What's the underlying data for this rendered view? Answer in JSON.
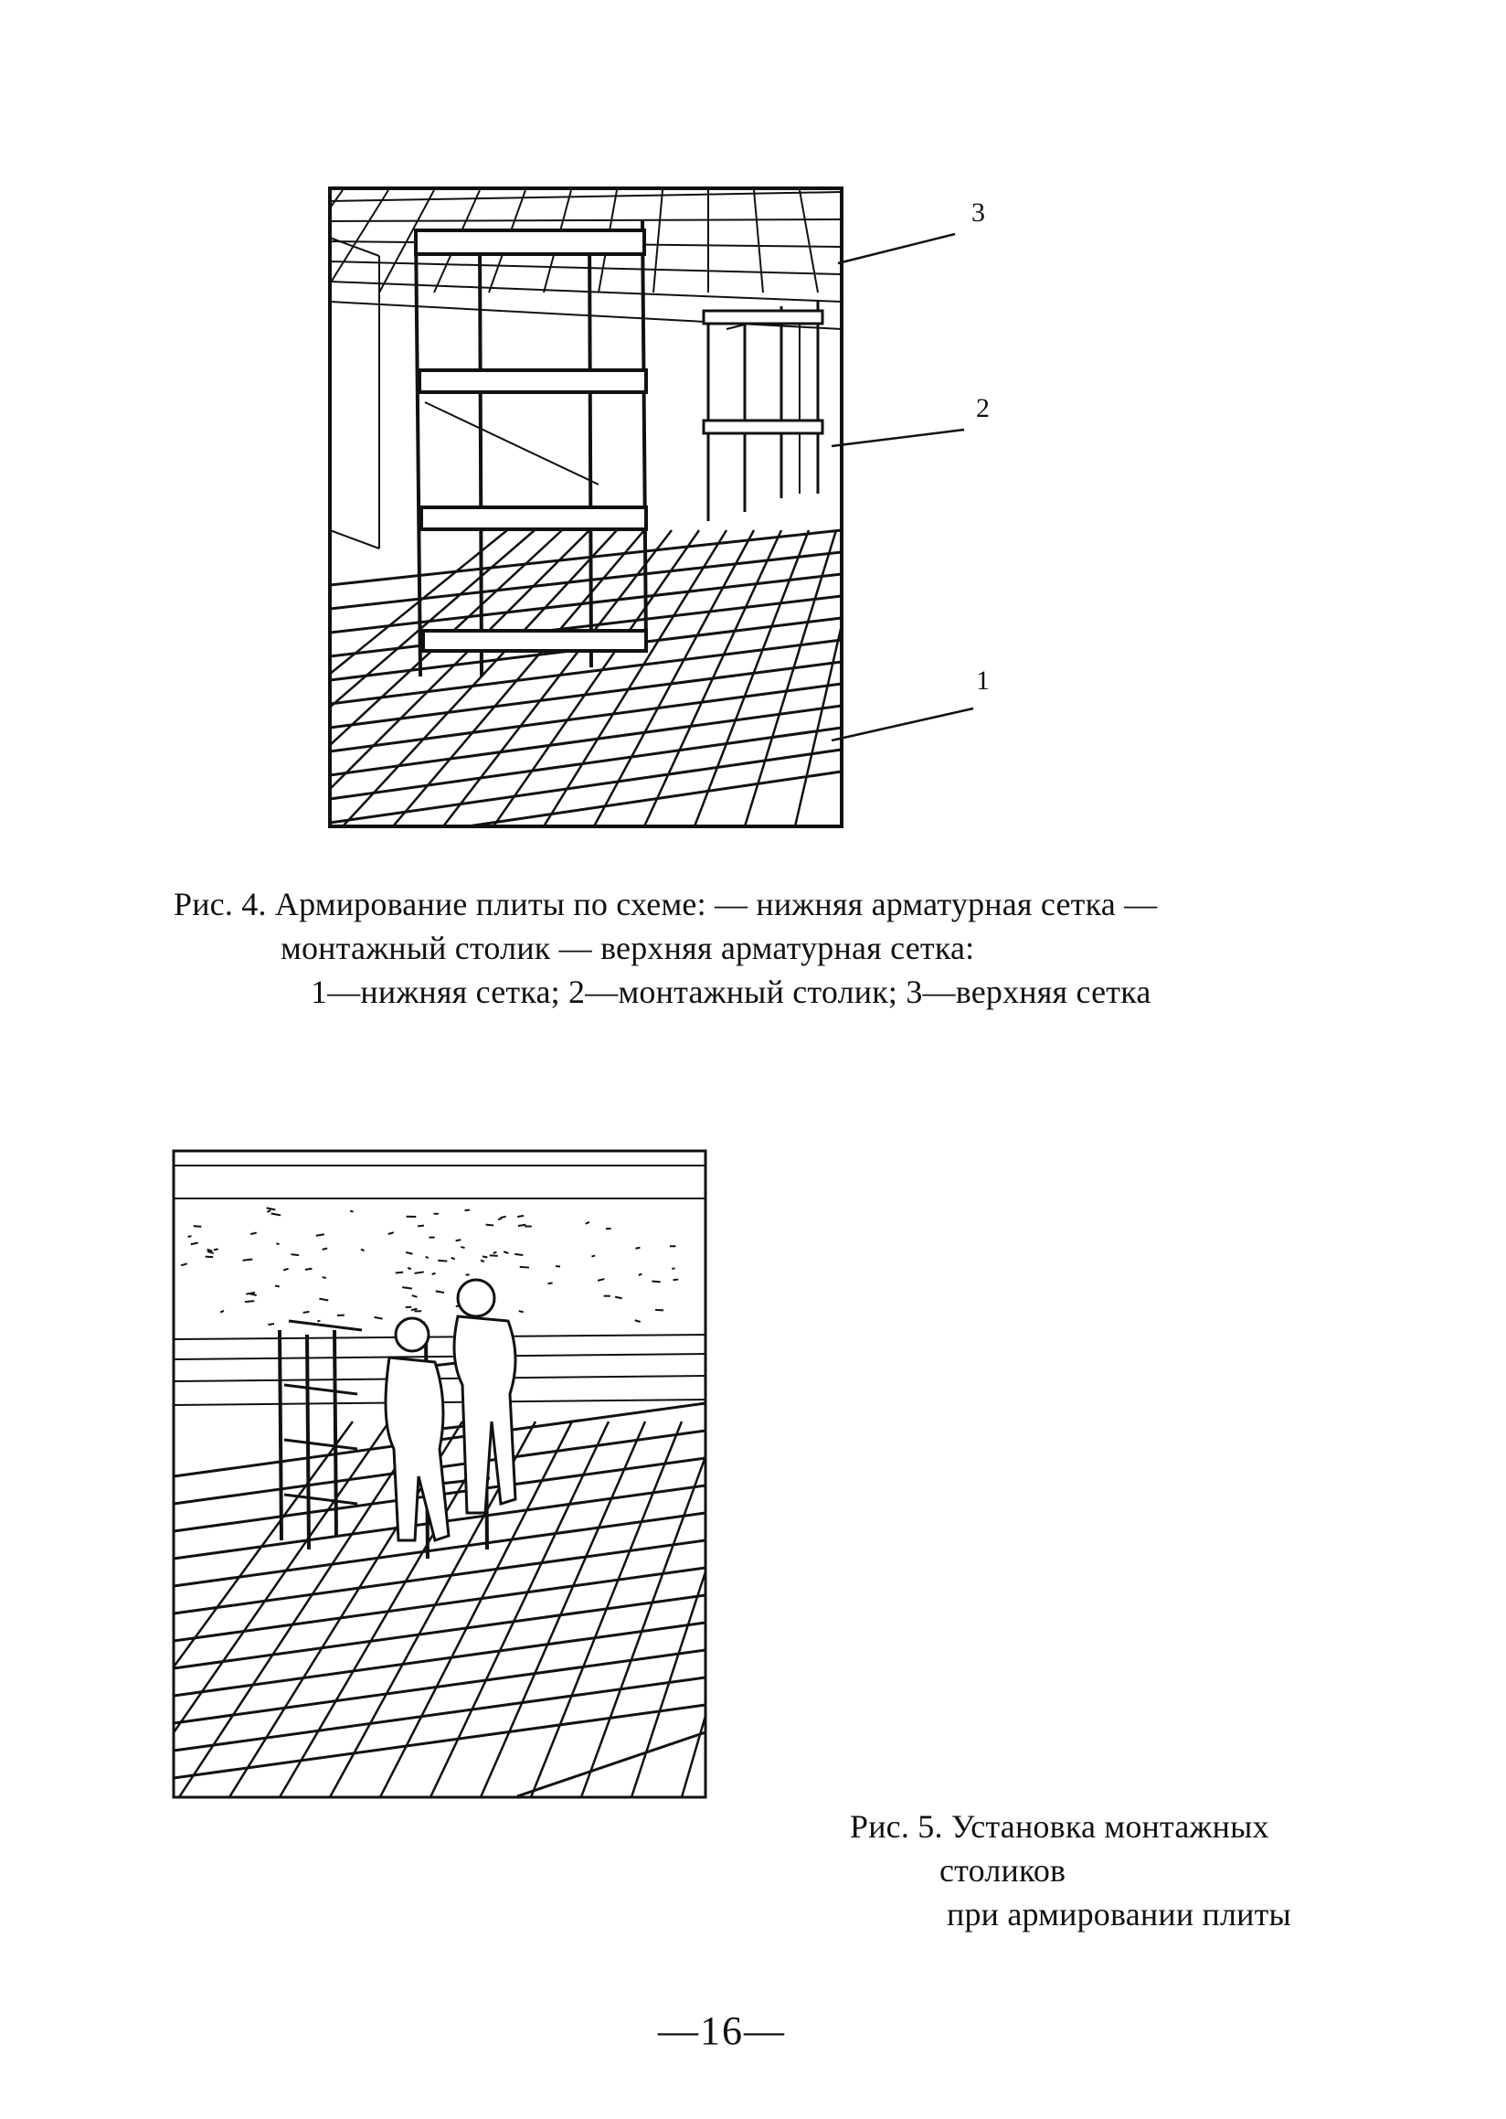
{
  "figure4": {
    "callouts": [
      "3",
      "2",
      "1"
    ],
    "caption_lines": [
      "Рис. 4. Армирование плиты по схеме: — нижняя арматурная сетка —",
      "монтажный столик — верхняя арматурная сетка:",
      "1—нижняя сетка; 2—монтажный столик; 3—верхняя сетка"
    ]
  },
  "figure5": {
    "caption_lines": [
      "Рис. 5. Установка монтажных",
      "столиков",
      "при армировании плиты"
    ]
  },
  "page_number": "—16—"
}
